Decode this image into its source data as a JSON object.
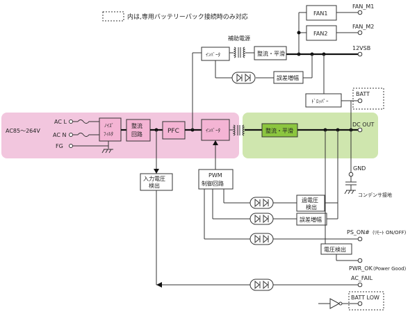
{
  "legend": {
    "text": "内は,専用バッテリーパック接続時のみ対応"
  },
  "labels": {
    "aux_power": "補助電源",
    "ac_range": "AC85～264V",
    "ac_l": "AC L",
    "ac_n": "AC N",
    "fg": "FG",
    "fan_m1": "FAN_M1",
    "fan_m2": "FAN_M2",
    "v12sb": "12VSB",
    "dc_out": "DC OUT",
    "gnd": "GND",
    "capacitor_ground": "コンデンサ接地",
    "ps_on": "PS_ON#",
    "ps_on_note": "(ﾘﾓｰﾄ  ON/OFF)",
    "pwr_ok": "PWR_OK",
    "pwr_ok_note": "(Power Good)",
    "ac_fail": "AC_FAIL"
  },
  "blocks": {
    "fan1": "FAN1",
    "fan2": "FAN2",
    "aux_inverter": "ｲﾝﾊﾞｰﾀ",
    "aux_rectify": "整流・平滑",
    "aux_error_amp": "誤差増幅",
    "dropper": "ﾄﾞﾛｯﾊﾟｰ",
    "batt": "BATT",
    "noise_filter_1": "ﾉｲｽﾞ",
    "noise_filter_2": "ﾌｨﾙﾀ",
    "rectifier_1": "整流",
    "rectifier_2": "回路",
    "pfc": "PFC",
    "main_inverter": "ｲﾝﾊﾞｰﾀ",
    "main_rectify": "整流・平滑",
    "input_detect_1": "入力電圧",
    "input_detect_2": "検出",
    "pwm_1": "PWM",
    "pwm_2": "制御回路",
    "overvoltage_1": "過電圧",
    "overvoltage_2": "検出",
    "main_error_amp": "誤差増幅",
    "voltage_detect": "電圧検出",
    "batt_low": "BATT LOW"
  },
  "colors": {
    "primary_region": "#f2c6de",
    "secondary_region": "#cfe6ae",
    "pink_block": "#f4b4d4",
    "green_block": "#8cc63f"
  }
}
